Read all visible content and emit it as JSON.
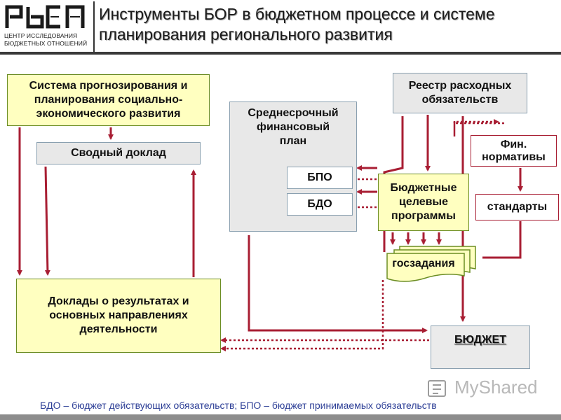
{
  "header": {
    "org_line1": "ЦЕНТР ИССЛЕДОВАНИЯ",
    "org_line2": "БЮДЖЕТНЫХ ОТНОШЕНИЙ",
    "title_line1": "Инструменты БОР в бюджетном процессе и системе",
    "title_line2": "планирования регионального развития"
  },
  "diagram": {
    "forecast_system": [
      "Система прогнозирования и",
      "планирования социально-",
      "экономического развития"
    ],
    "summary_report": "Сводный доклад",
    "results_reports": [
      "Доклады о результатах и",
      "основных направлениях",
      "деятельности"
    ],
    "medium_term_plan": [
      "Среднесрочный",
      "финансовый",
      "план"
    ],
    "bpo": "БПО",
    "bdo": "БДО",
    "registry": [
      "Реестр расходных",
      "обязательств"
    ],
    "fin_norms": [
      "Фин.",
      "нормативы"
    ],
    "standards": "стандарты",
    "target_programs": [
      "Бюджетные",
      "целевые",
      "программы"
    ],
    "state_tasks": "госзадания",
    "budget": "БЮДЖЕТ"
  },
  "footnote": "БДО – бюджет действующих обязательств; БПО – бюджет принимаемых обязательств",
  "watermark": "MyShared",
  "colors": {
    "arrow": "#a81e33",
    "box_yellow": "#ffffc0",
    "box_grey": "#e8e8e8",
    "footnote": "#2c3e96"
  }
}
